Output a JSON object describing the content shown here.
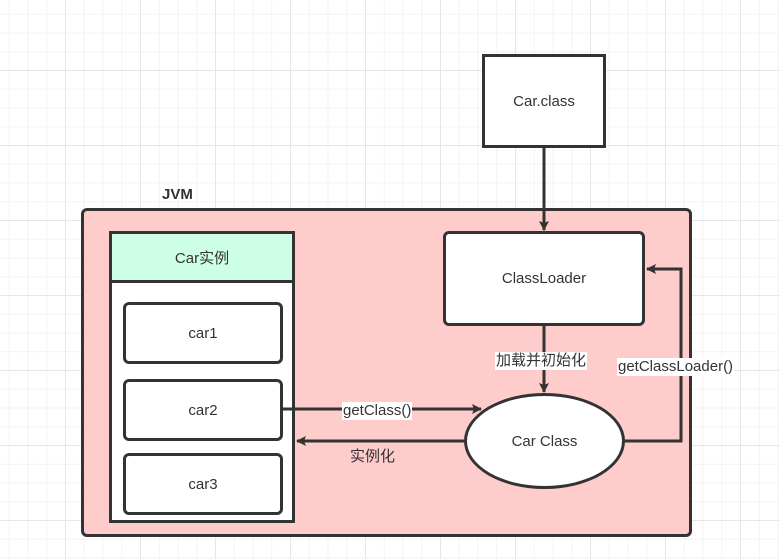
{
  "diagram": {
    "container": {
      "label": "JVM",
      "fill": "#ffcccc"
    },
    "nodes": {
      "car_class_file": "Car.class",
      "classloader": "ClassLoader",
      "car_class": "Car Class",
      "instances_header": "Car实例",
      "instances": [
        "car1",
        "car2",
        "car3"
      ]
    },
    "edges": {
      "load_init": "加载并初始化",
      "get_class": "getClass()",
      "instantiate": "实例化",
      "get_classloader": "getClassLoader()"
    },
    "colors": {
      "stroke": "#333333",
      "header_fill": "#ccffe6",
      "container_fill": "#ffcccc"
    }
  }
}
